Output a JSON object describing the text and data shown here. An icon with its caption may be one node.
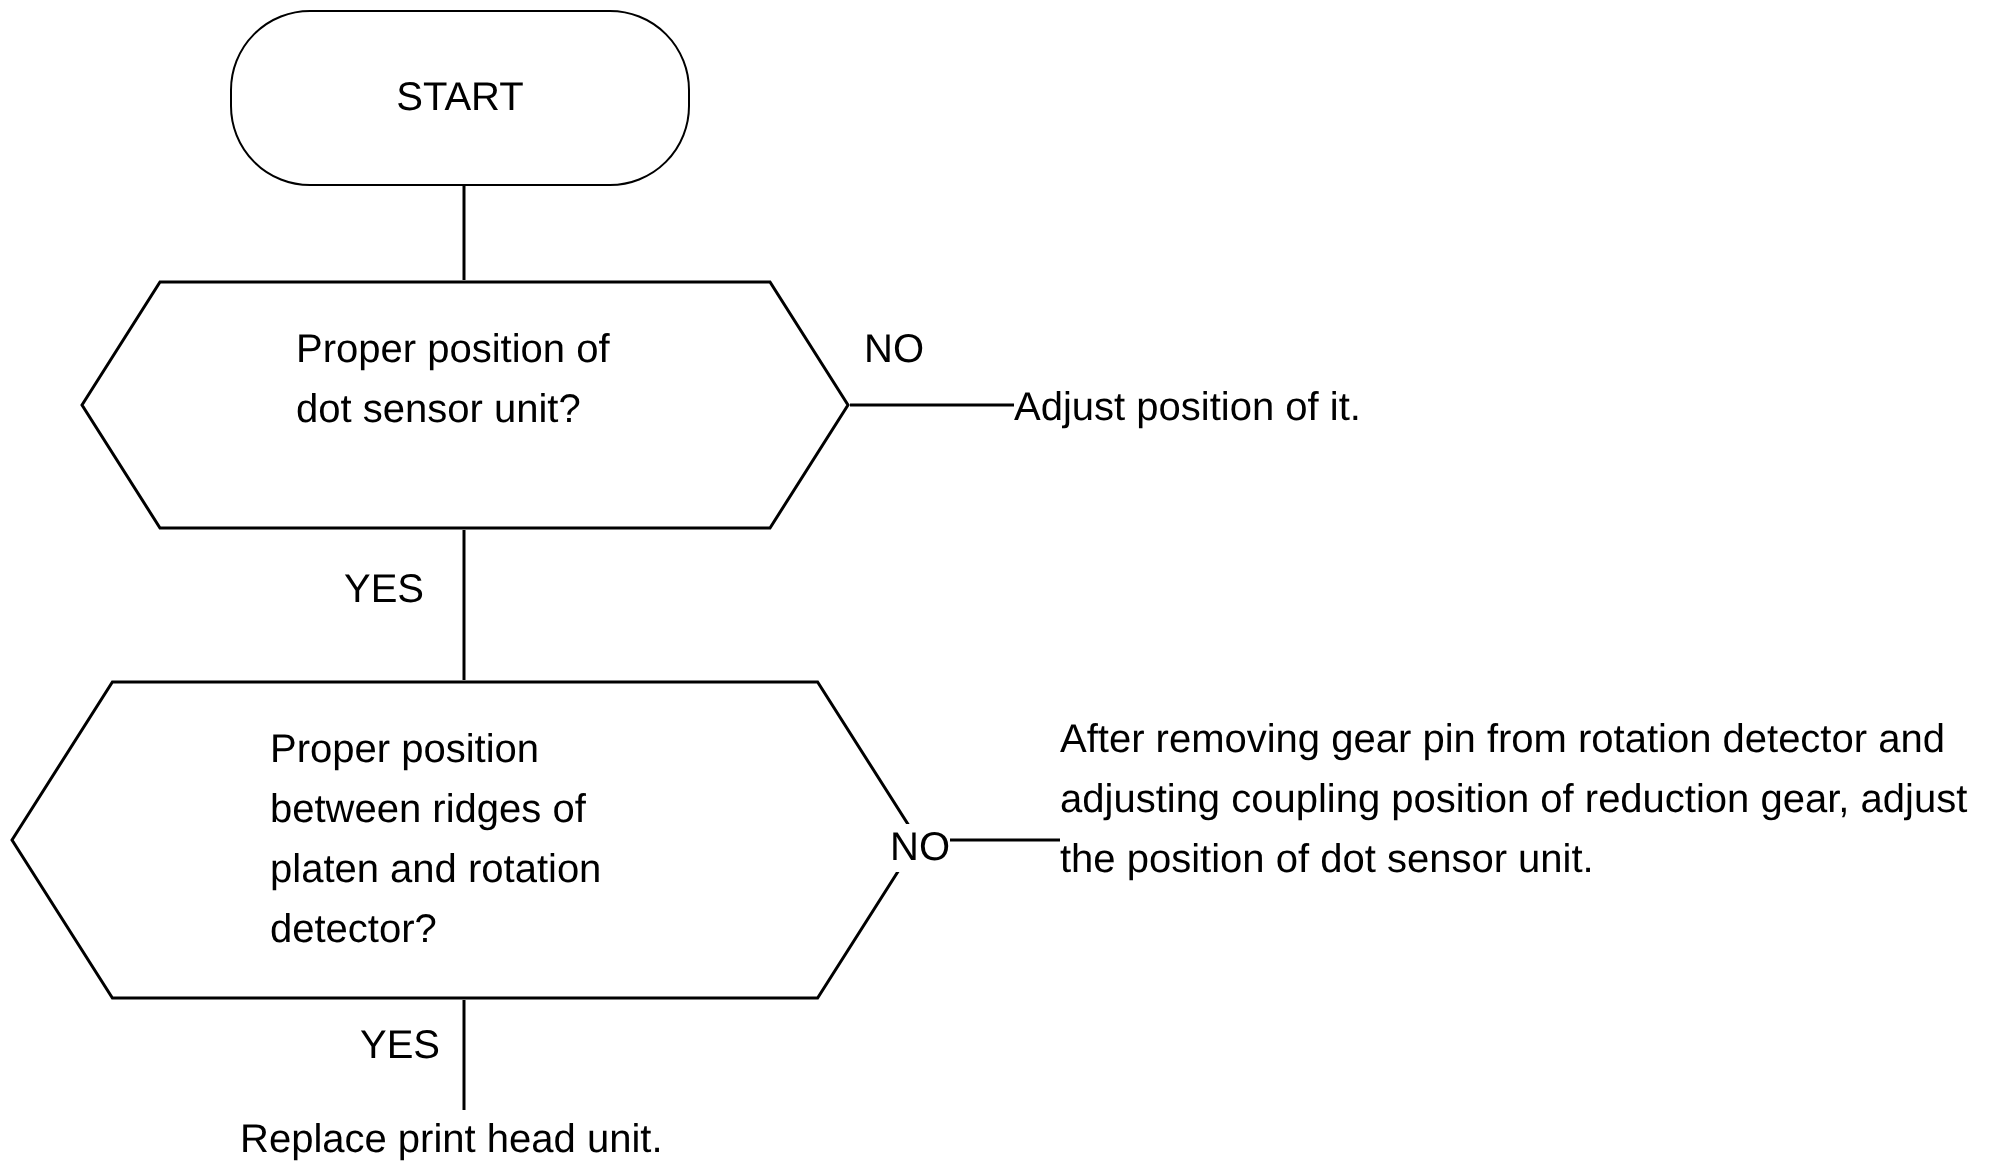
{
  "diagram": {
    "nodes": [
      {
        "text": [
          "START"
        ]
      },
      {
        "text": [
          "Proper position of dot sensor unit?"
        ]
      },
      {
        "text": [
          "Adjust position of it."
        ]
      },
      {
        "text": [
          "Proper position between ridges of platen and rotation detector?"
        ]
      },
      {
        "text": [
          "After removing gear pin from rotation detector and adjusting coupling position of reduction gear, adjust the position of dot sensor unit."
        ]
      },
      {
        "text": [
          "Replace print head unit."
        ]
      }
    ],
    "edges": [
      {
        "from": 0,
        "to": 1,
        "arrow": "none"
      },
      {
        "from": 1,
        "to": 2,
        "arrow": "none",
        "label": "NO"
      },
      {
        "from": 1,
        "to": 3,
        "arrow": "none",
        "label": "YES"
      },
      {
        "from": 3,
        "to": 4,
        "arrow": "none",
        "label": "NO"
      },
      {
        "from": 3,
        "to": 5,
        "arrow": "none",
        "label": "YES"
      }
    ]
  }
}
